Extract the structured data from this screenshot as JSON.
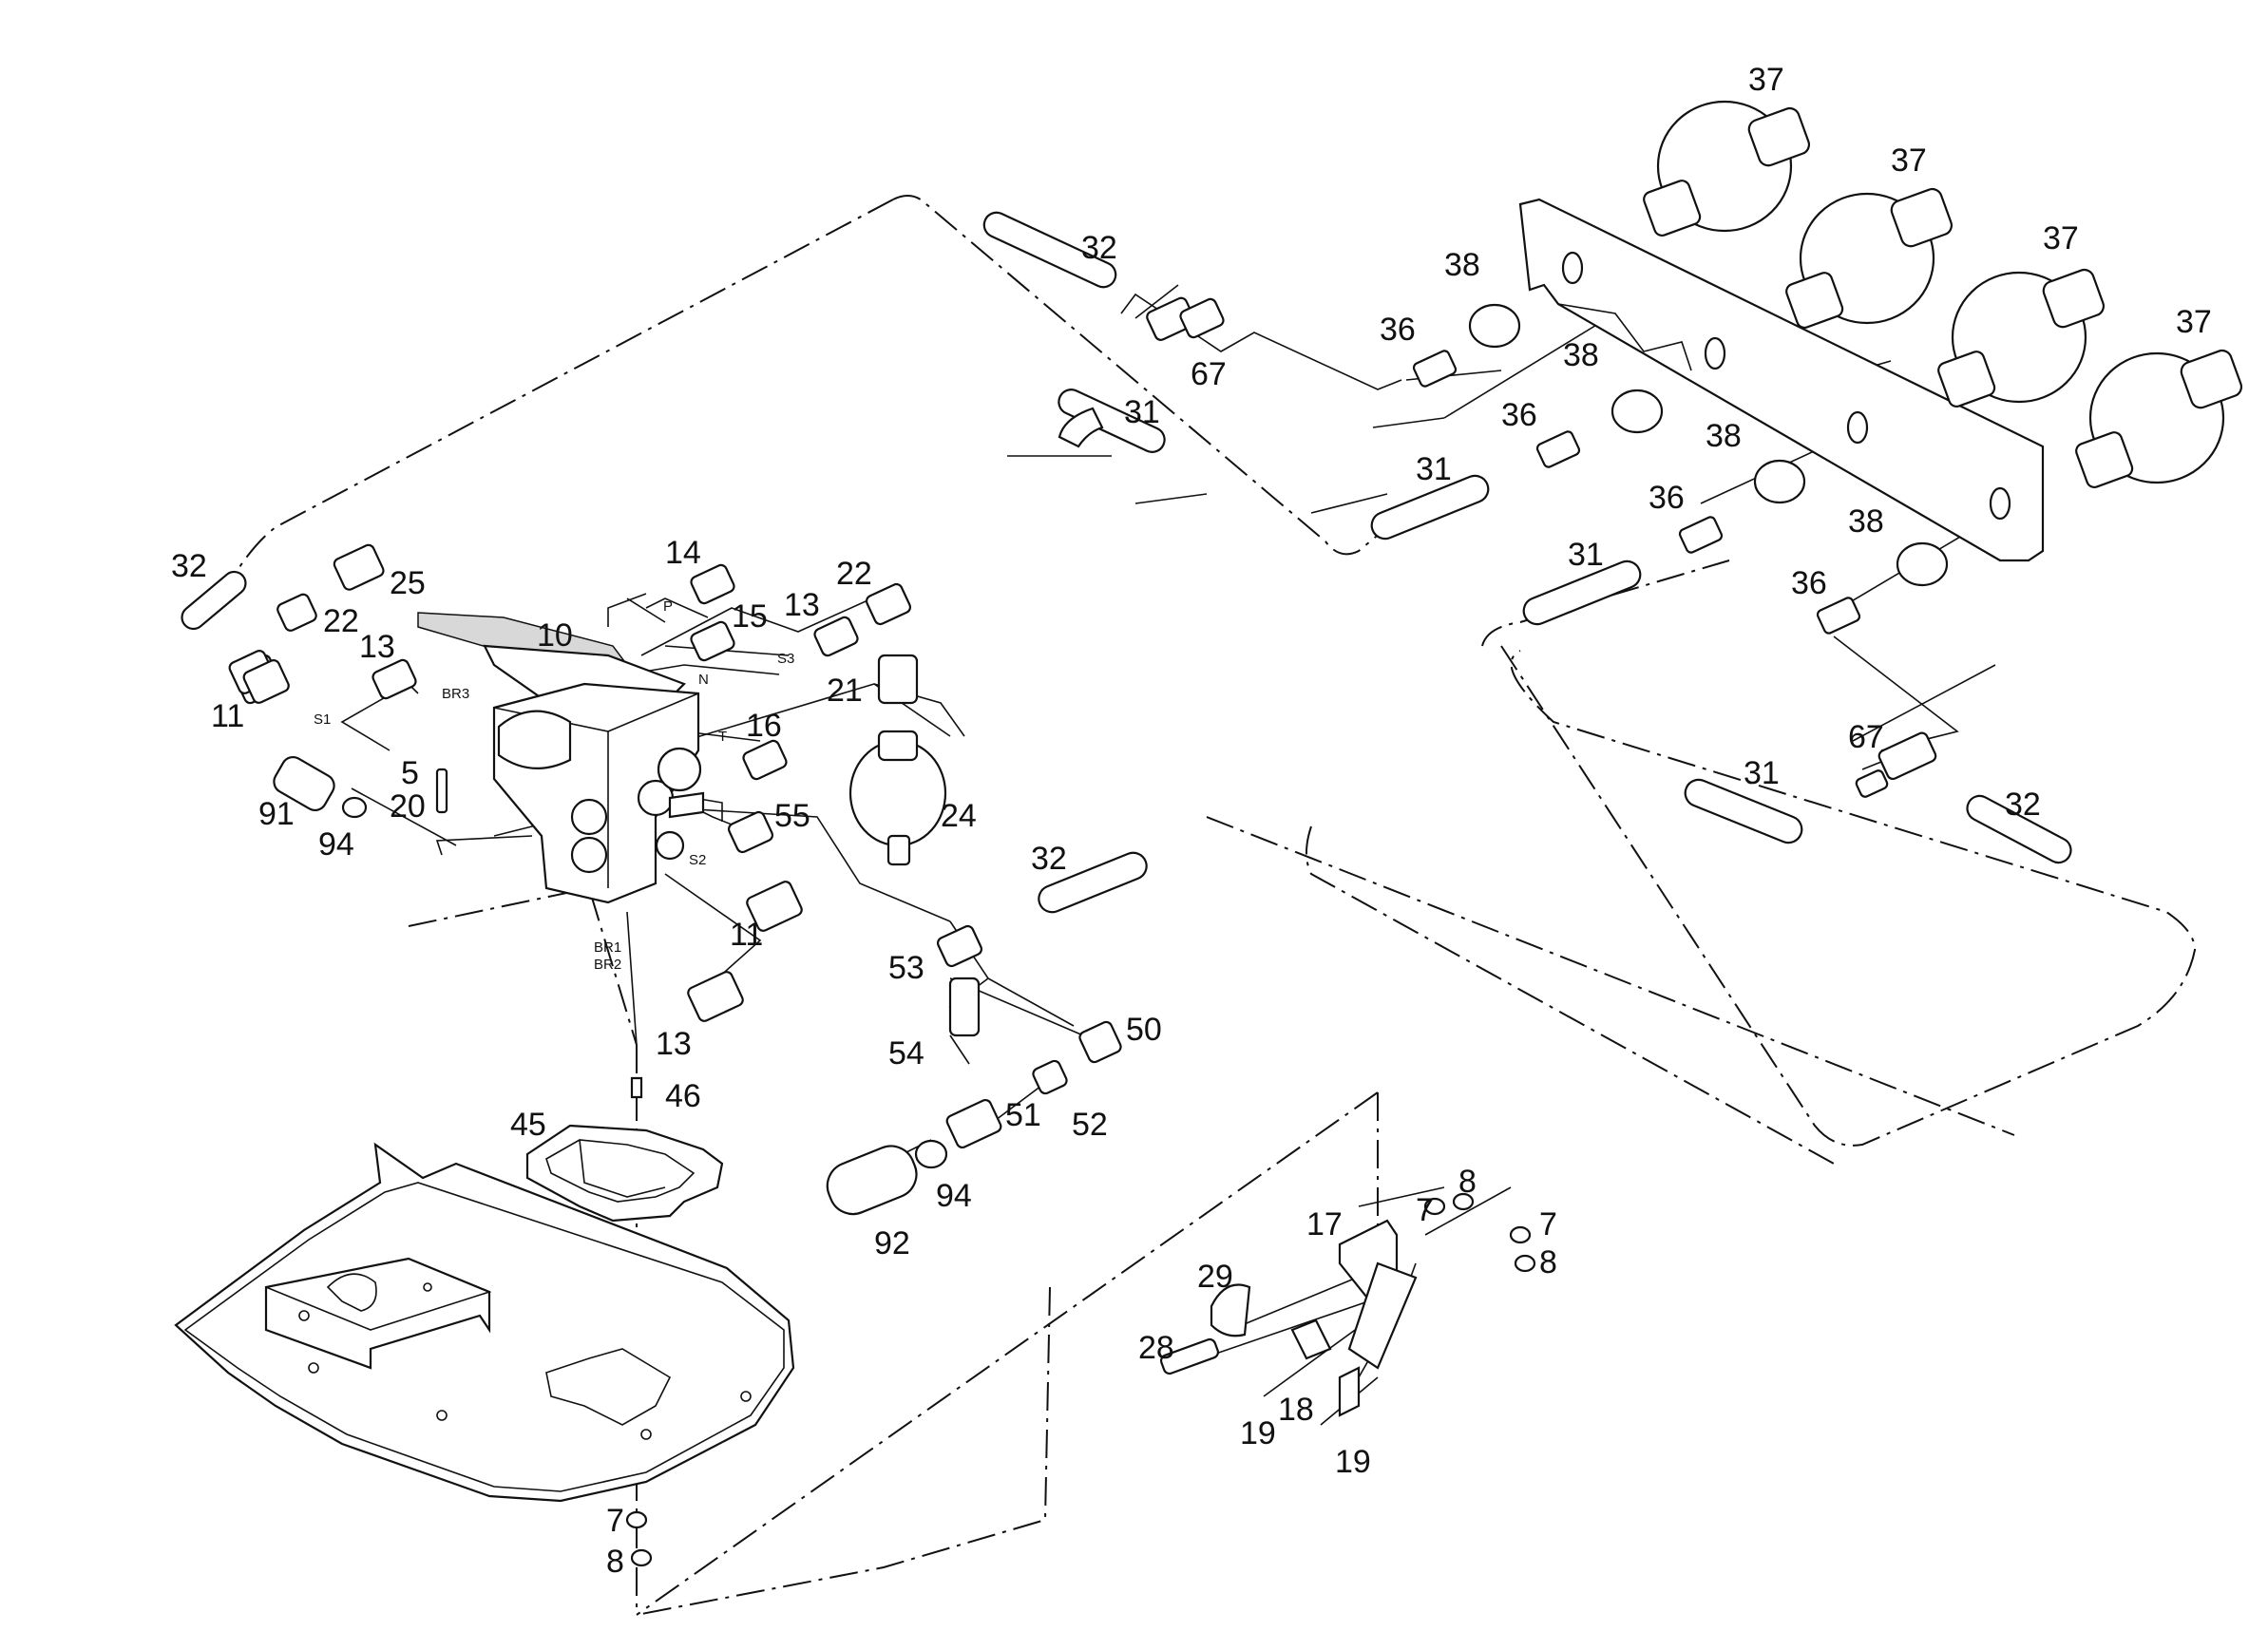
{
  "callouts": [
    "37",
    "37",
    "37",
    "37",
    "32",
    "38",
    "36",
    "67",
    "38",
    "31",
    "36",
    "31",
    "38",
    "36",
    "31",
    "38",
    "36",
    "32",
    "14",
    "25",
    "22",
    "22",
    "13",
    "15",
    "13",
    "10",
    "11",
    "21",
    "16",
    "5",
    "20",
    "91",
    "94",
    "24",
    "55",
    "32",
    "67",
    "31",
    "32",
    "11",
    "53",
    "50",
    "54",
    "13",
    "46",
    "45",
    "52",
    "51",
    "94",
    "92",
    "17",
    "7",
    "8",
    "7",
    "8",
    "29",
    "28",
    "19",
    "18",
    "19",
    "7",
    "8"
  ],
  "ports": [
    "P",
    "N",
    "S3",
    "BR3",
    "S1",
    "T",
    "S2",
    "BR1",
    "BR2"
  ]
}
